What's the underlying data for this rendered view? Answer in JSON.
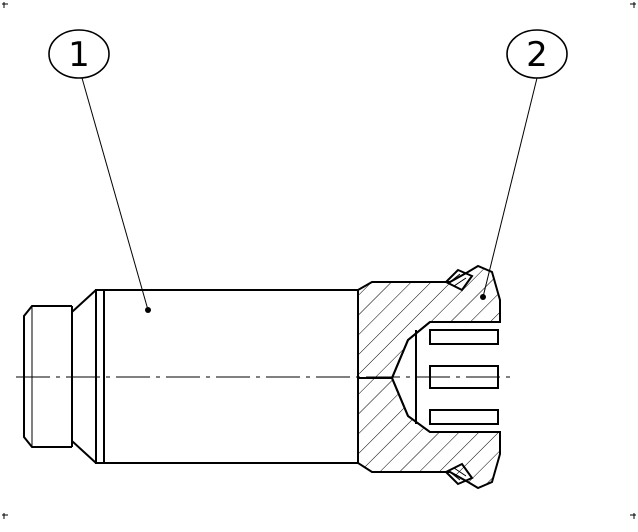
{
  "balloons": [
    {
      "id": "1",
      "label": "1"
    },
    {
      "id": "2",
      "label": "2"
    }
  ],
  "colors": {
    "line": "#000000",
    "background": "#ffffff"
  }
}
